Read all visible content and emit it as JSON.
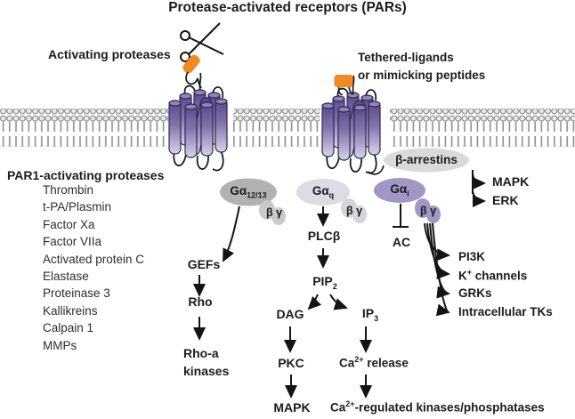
{
  "title": "Protease-activated receptors (PARs)",
  "top_labels": {
    "activating_proteases": "Activating proteases",
    "tethered_line1": "Tethered-ligands",
    "tethered_line2": "or mimicking peptides"
  },
  "protease_list": {
    "header": "PAR1-activating proteases",
    "items": [
      "Thrombin",
      "t-PA/Plasmin",
      "Factor Xa",
      "Factor VIIa",
      "Activated protein C",
      "Elastase",
      "Proteinase 3",
      "Kallikreins",
      "Calpain 1",
      "MMPs"
    ]
  },
  "g_proteins": {
    "g12_13": {
      "base": "Gα",
      "sub": "12/13"
    },
    "gq": {
      "base": "Gα",
      "sub": "q"
    },
    "gi": {
      "base": "Gα",
      "sub": "i"
    },
    "beta_gamma": "β γ",
    "beta_arrestins": "β-arrestins"
  },
  "pathways": {
    "mapk_top": "MAPK",
    "erk": "ERK",
    "gefs": "GEFs",
    "rho": "Rho",
    "rho_a_line1": "Rho-a",
    "rho_a_line2": "kinases",
    "plcb": "PLCβ",
    "pip": {
      "base": "PIP",
      "sub": "2"
    },
    "dag": "DAG",
    "ip": {
      "base": "IP",
      "sub": "3"
    },
    "pkc": "PKC",
    "ca_release": {
      "base": "Ca",
      "sup": "2+",
      "rest": " release"
    },
    "mapk_bottom": "MAPK",
    "ca_regulated": {
      "base": "Ca",
      "sup": "2+",
      "rest": "-regulated kinases/phosphatases"
    },
    "ac": "AC",
    "pi3k": "PI3K",
    "k_channels": {
      "base": "K",
      "sup": "+",
      "rest": " channels"
    },
    "grks": "GRKs",
    "intracellular_tks": "Intracellular TKs"
  },
  "colors": {
    "orange_ligand": "#f08a21",
    "receptor_purple_dark": "#574687",
    "receptor_purple_light": "#d9d3e8",
    "g12_13_fill": "#b2b2b2",
    "gq_fill": "#dcdce4",
    "gi_fill": "#a296c4",
    "beta_arrestin_fill": "#dadada",
    "membrane_gray": "#8e8e8e",
    "text": "#1c1c1c"
  }
}
